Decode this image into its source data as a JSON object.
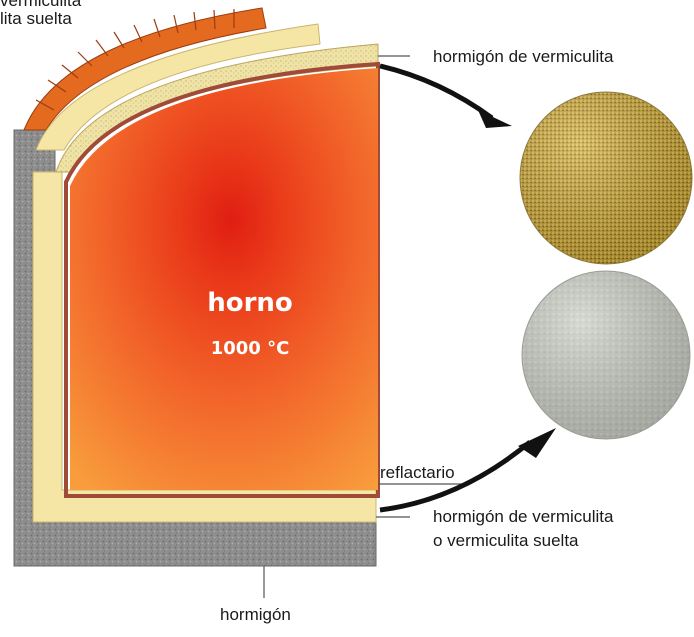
{
  "labels": {
    "top_left_line1": "vermiculita",
    "top_left_line2": "lita suelta",
    "top_right": "hormigón de vermiculita",
    "furnace_name": "horno",
    "furnace_temp": "1000 °C",
    "refractory": "reflactario",
    "bottom_right_line1": "hormigón de vermiculita",
    "bottom_right_line2": "o vermiculita suelta",
    "bottom": "hormigón"
  },
  "materials": [
    {
      "name": "hormigón de vermiculita",
      "texture": "golden-granular"
    },
    {
      "name": "hormigón de vermiculita o vermiculita suelta",
      "texture": "grey-white-granular"
    }
  ],
  "colors": {
    "furnace_center": "#e01e12",
    "furnace_edge": "#f79a3a",
    "brick": "#e36a1e",
    "insulation_cream": "#f6e6a6",
    "concrete_grey": "#8f8f8f",
    "refractory_line": "#a04a38"
  }
}
